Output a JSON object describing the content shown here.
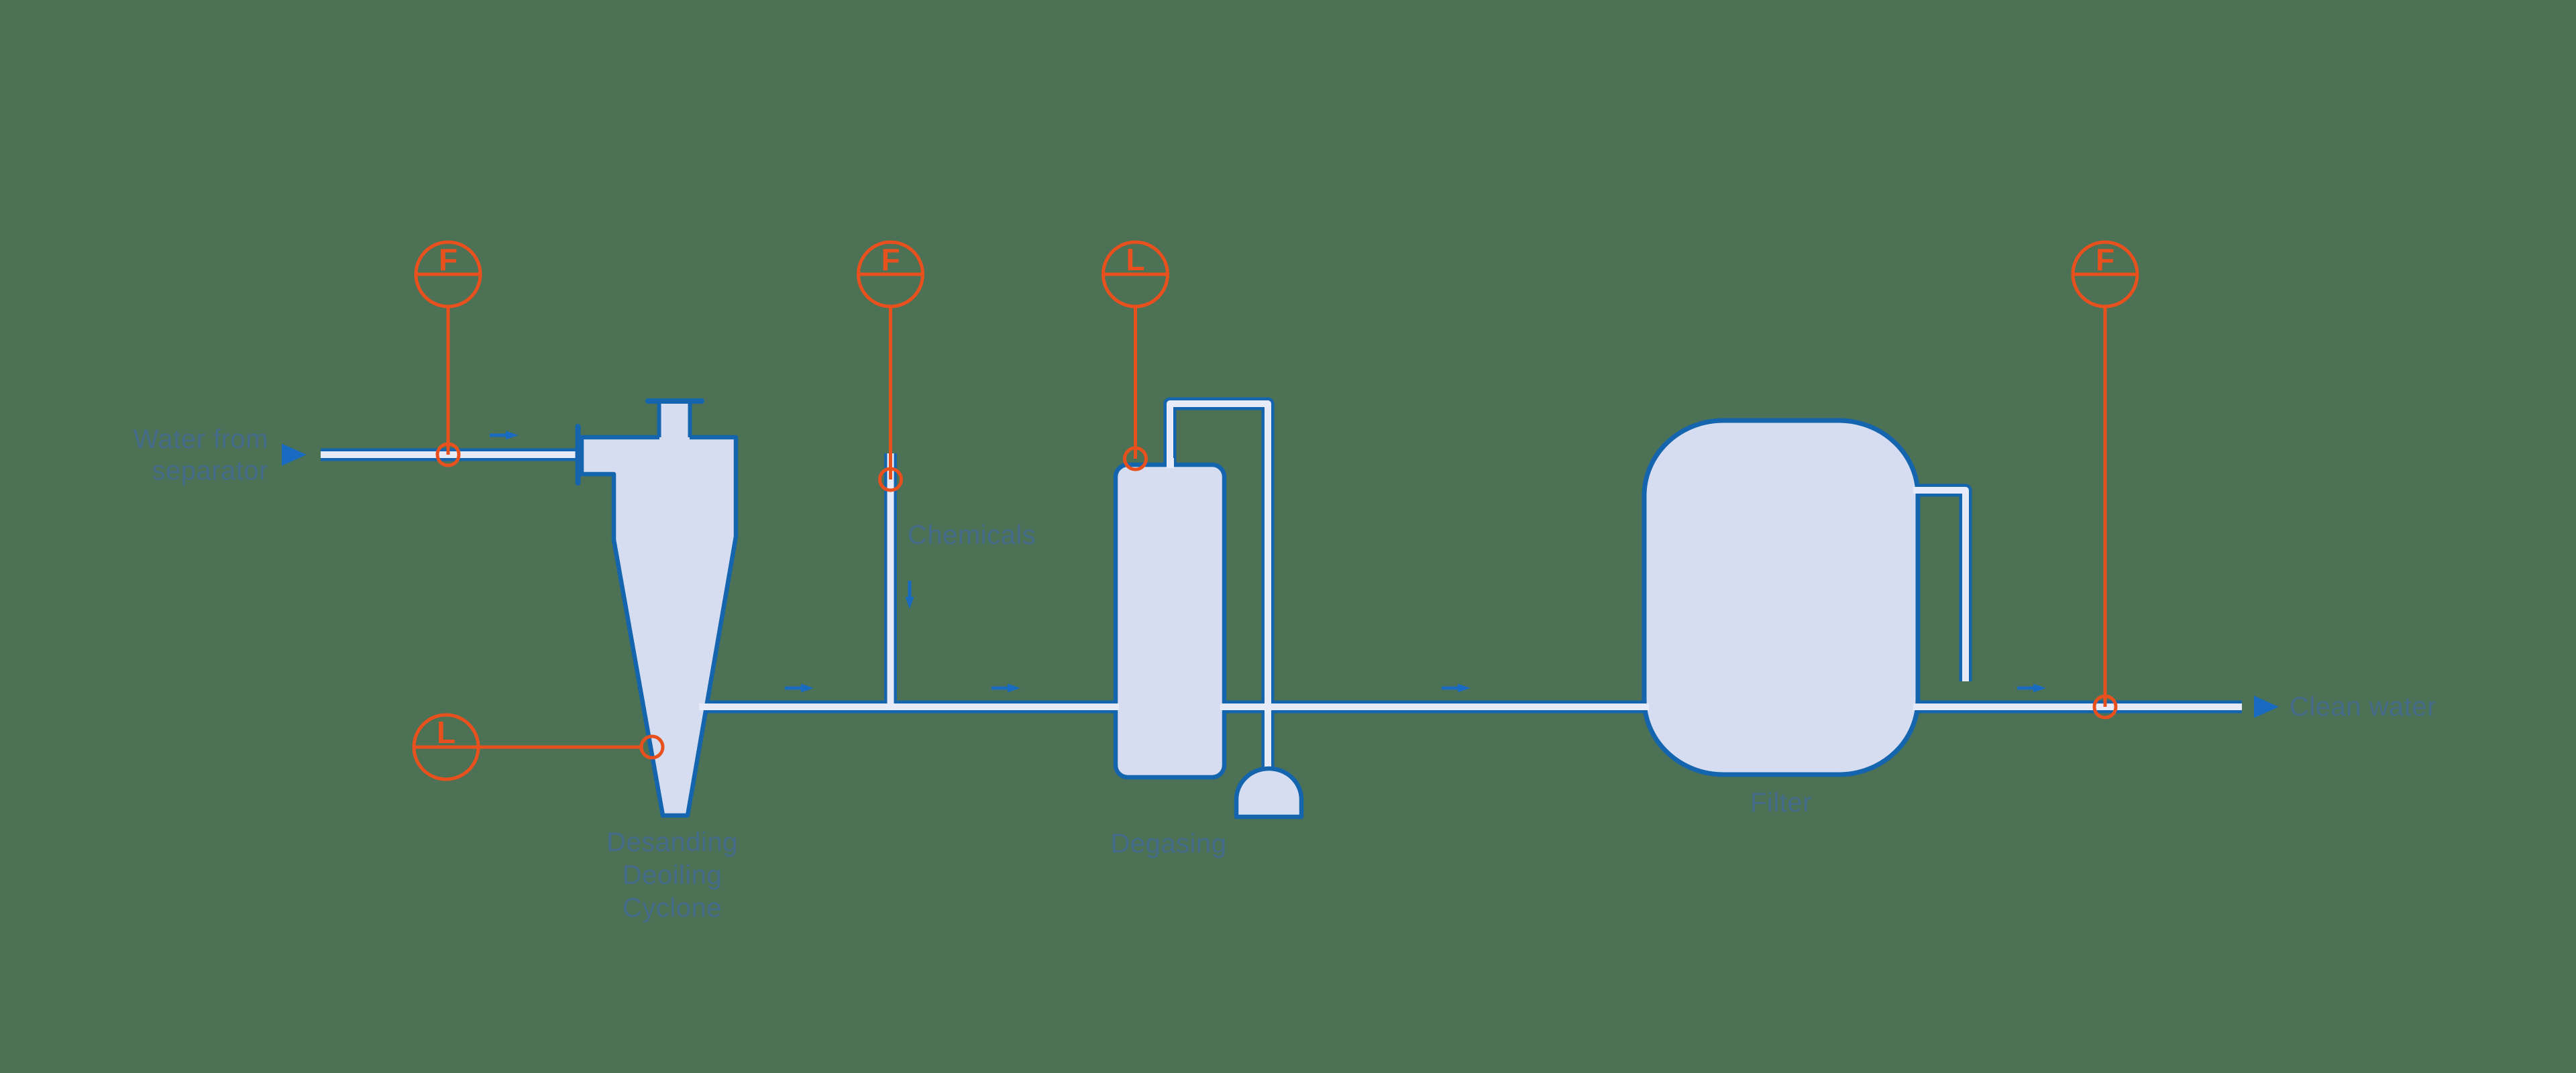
{
  "colors": {
    "background": "#4c7155",
    "pipe_line": "#1464ae",
    "pipe_fill": "#e7eaf8",
    "vessel_fill": "#d7ddf1",
    "arrow": "#186bc0",
    "instrument": "#e8511e",
    "label_text": "#456b8b"
  },
  "labels": {
    "water_from_separator": {
      "line1": "Water from",
      "line2": "separator"
    },
    "chemicals": "Chemicals",
    "cyclone": {
      "line1": "Desanding",
      "line2": "Deoiling",
      "line3": "Cyclone"
    },
    "degasing": "Degasing",
    "filter": "Filter",
    "clean_water": "Clean water"
  },
  "instruments": {
    "flow_inlet": "F",
    "flow_chemicals": "F",
    "level_degasing": "L",
    "level_cyclone": "L",
    "flow_outlet": "F"
  }
}
